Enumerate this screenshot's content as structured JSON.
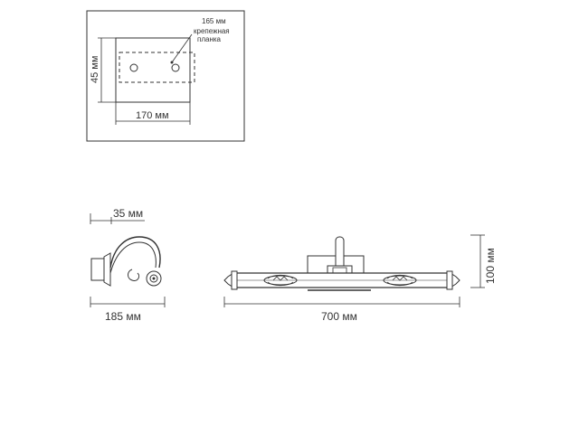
{
  "mounting_plate": {
    "width_label": "170 мм",
    "height_label": "45 мм",
    "bracket_width_label": "165 мм",
    "bracket_label_line1": "крепежная",
    "bracket_label_line2": "планка"
  },
  "side_view": {
    "depth_label": "35 мм",
    "projection_label": "185 мм"
  },
  "front_view": {
    "length_label": "700 мм",
    "height_label": "100 мм"
  },
  "colors": {
    "line": "#333333",
    "plate_fill": "#ffffff",
    "glass": "#e8e8e8"
  }
}
